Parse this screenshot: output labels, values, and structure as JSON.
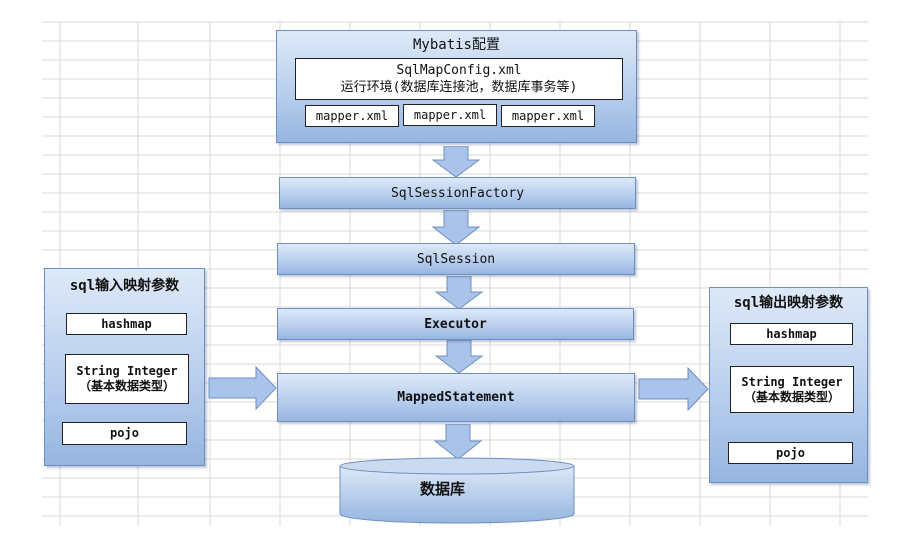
{
  "config": {
    "title": "Mybatis配置",
    "sqlmap_file": "SqlMapConfig.xml",
    "sqlmap_desc": "运行环境(数据库连接池，数据库事务等)",
    "mappers": [
      "mapper.xml",
      "mapper.xml",
      "mapper.xml"
    ]
  },
  "flow": {
    "factory": "SqlSessionFactory",
    "session": "SqlSession",
    "executor": "Executor",
    "statement": "MappedStatement",
    "database": "数据库"
  },
  "input": {
    "title": "sql输入映射参数",
    "hashmap": "hashmap",
    "types_line1": "String Integer",
    "types_line2": "（基本数据类型）",
    "pojo": "pojo"
  },
  "output": {
    "title": "sql输出映射参数",
    "hashmap": "hashmap",
    "types_line1": "String Integer",
    "types_line2": "（基本数据类型）",
    "pojo": "pojo"
  },
  "colors": {
    "box_fill": "#b9cfee",
    "box_border": "#6f8fbf",
    "grid_line": "#d8d8d8"
  }
}
